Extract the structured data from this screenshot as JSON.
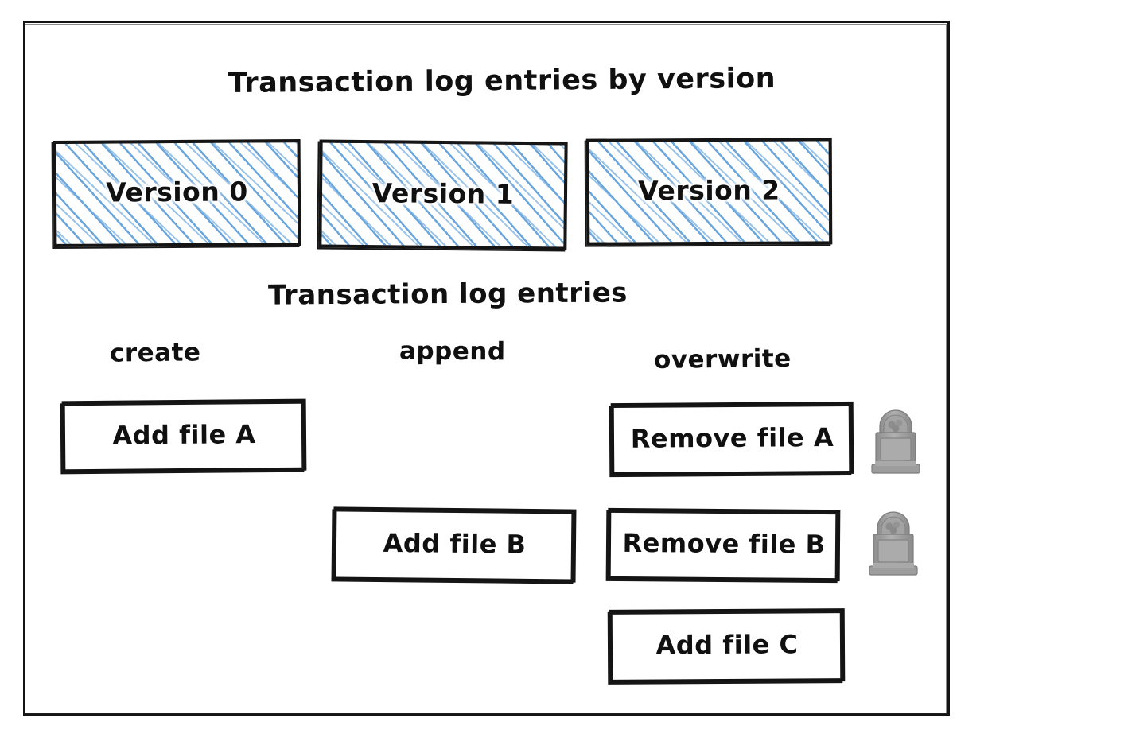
{
  "diagram": {
    "title": "Transaction log entries by version",
    "subtitle": "Transaction log entries",
    "background_color": "#ffffff",
    "ink_color": "#131313",
    "hatch_color": "#6ba6dc",
    "tombstone_color": "#9a9a9a"
  },
  "versions": [
    {
      "label": "Version 0"
    },
    {
      "label": "Version 1"
    },
    {
      "label": "Version 2"
    }
  ],
  "columns": [
    {
      "header": "create"
    },
    {
      "header": "append"
    },
    {
      "header": "overwrite"
    }
  ],
  "entries": {
    "create": [
      {
        "label": "Add file A",
        "tombstone": false
      }
    ],
    "append": [
      {
        "label": "Add file B",
        "tombstone": false
      }
    ],
    "overwrite": [
      {
        "label": "Remove file A",
        "tombstone": true
      },
      {
        "label": "Remove file B",
        "tombstone": true
      },
      {
        "label": "Add file C",
        "tombstone": false
      }
    ]
  },
  "icons": {
    "tombstone": "tombstone-icon"
  }
}
